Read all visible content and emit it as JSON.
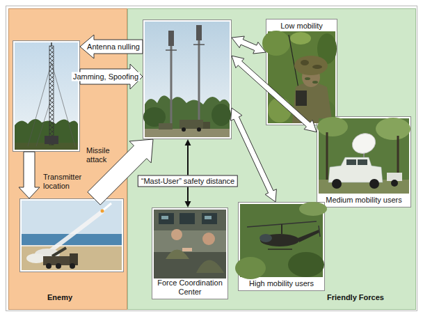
{
  "diagram": {
    "nodes": [
      {
        "text": [
          "Enemy"
        ]
      },
      {
        "text": [],
        "in": 0
      },
      {
        "text": [],
        "in": 0
      },
      {
        "text": [
          "Friendly Forces"
        ]
      },
      {
        "text": [],
        "in": 3
      },
      {
        "text": [
          "Low mobility"
        ],
        "in": 3
      },
      {
        "text": [
          "Medium mobility users"
        ],
        "in": 3
      },
      {
        "text": [
          "High mobility users"
        ],
        "in": 3
      },
      {
        "text": [
          "Force Coordination Center"
        ],
        "in": 3
      }
    ],
    "edges": [
      {
        "from": 4,
        "to": 1,
        "label": "Antenna nulling",
        "arrow": "to"
      },
      {
        "from": 1,
        "to": 4,
        "label": "Jamming, Spoofing",
        "arrow": "to"
      },
      {
        "from": 1,
        "to": 2,
        "label": "Transmitter location",
        "arrow": "to"
      },
      {
        "from": 2,
        "to": 4,
        "label": "Missile attack",
        "arrow": "to"
      },
      {
        "from": 4,
        "to": 8,
        "label": "“Mast-User” safety distance",
        "arrow": "both"
      },
      {
        "from": 4,
        "to": 5,
        "arrow": "both"
      },
      {
        "from": 4,
        "to": 6,
        "arrow": "both"
      },
      {
        "from": 4,
        "to": 7,
        "arrow": "both"
      }
    ]
  }
}
